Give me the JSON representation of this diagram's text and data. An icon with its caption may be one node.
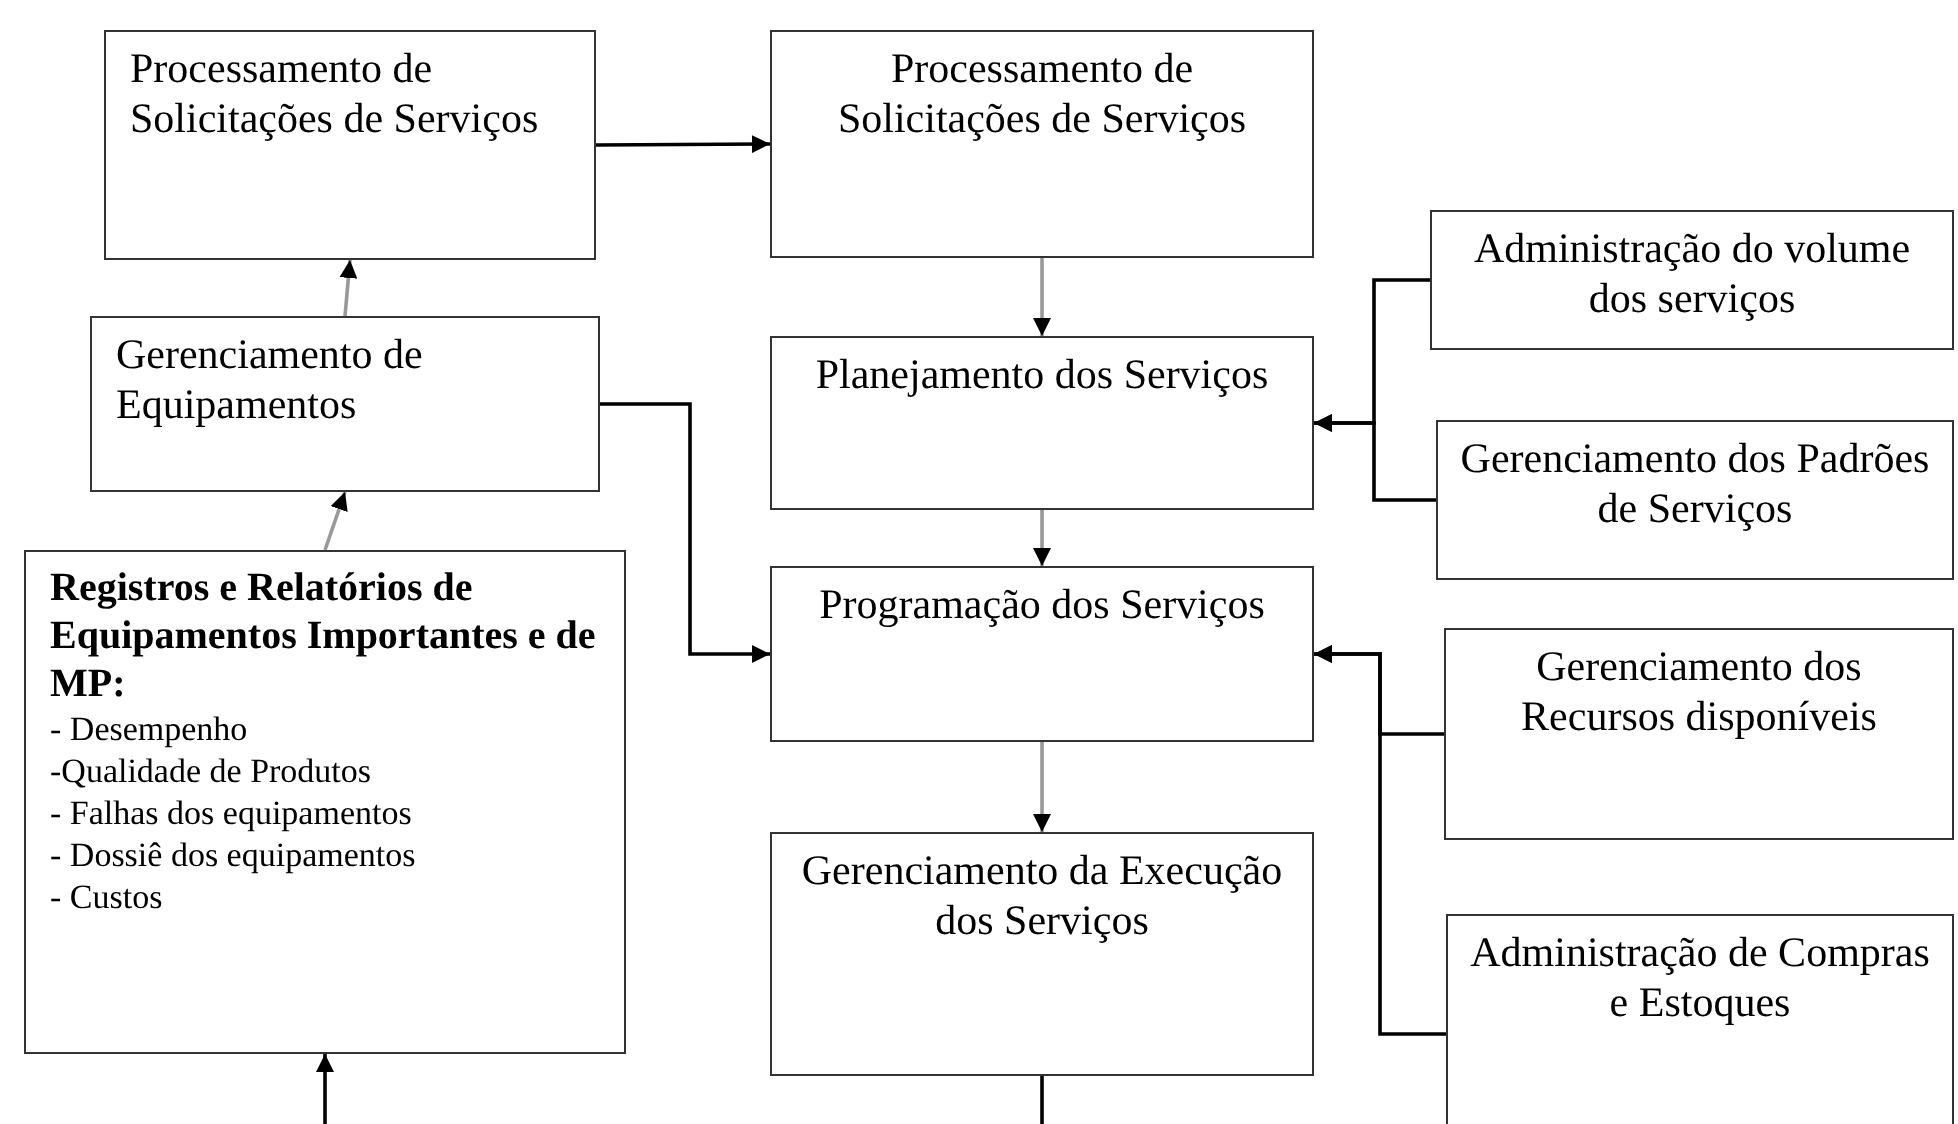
{
  "diagram": {
    "nodes": [
      {
        "text": [
          "Processamento de Solicitações de Serviços"
        ]
      },
      {
        "text": [
          "Gerenciamento de Equipamentos"
        ]
      },
      {
        "text": [
          "Registros e Relatórios de Equipamentos Importantes e de MP:",
          "- Desempenho",
          "-Qualidade de Produtos",
          "- Falhas dos equipamentos",
          "- Dossiê dos equipamentos",
          "- Custos"
        ]
      },
      {
        "text": [
          "Processamento de Solicitações de Serviços"
        ]
      },
      {
        "text": [
          "Planejamento dos Serviços"
        ]
      },
      {
        "text": [
          "Programação dos Serviços"
        ]
      },
      {
        "text": [
          "Gerenciamento da Execução dos Serviços"
        ]
      },
      {
        "text": [
          "Administração do volume dos serviços"
        ]
      },
      {
        "text": [
          "Gerenciamento dos Padrões de Serviços"
        ]
      },
      {
        "text": [
          "Gerenciamento dos Recursos disponíveis"
        ]
      },
      {
        "text": [
          "Administração de Compras e Estoques"
        ]
      }
    ],
    "edges": [
      {
        "from": 1,
        "to": 0,
        "arrow": "to",
        "color": "#999999"
      },
      {
        "from": 2,
        "to": 1,
        "arrow": "to",
        "color": "#999999"
      },
      {
        "from": null,
        "to": 2,
        "arrow": "to"
      },
      {
        "from": 0,
        "to": 3,
        "arrow": "to"
      },
      {
        "from": 3,
        "to": 4,
        "arrow": "to",
        "color": "#999999"
      },
      {
        "from": 4,
        "to": 5,
        "arrow": "to",
        "color": "#999999"
      },
      {
        "from": 5,
        "to": 6,
        "arrow": "to",
        "color": "#999999"
      },
      {
        "from": 1,
        "to": 5,
        "arrow": "to"
      },
      {
        "from": 7,
        "to": 4,
        "arrow": "to"
      },
      {
        "from": 8,
        "to": 4,
        "arrow": "to"
      },
      {
        "from": 9,
        "to": 5,
        "arrow": "to"
      },
      {
        "from": 10,
        "to": 5,
        "arrow": "to"
      },
      {
        "from": 6,
        "to": null,
        "arrow": "none"
      }
    ]
  }
}
